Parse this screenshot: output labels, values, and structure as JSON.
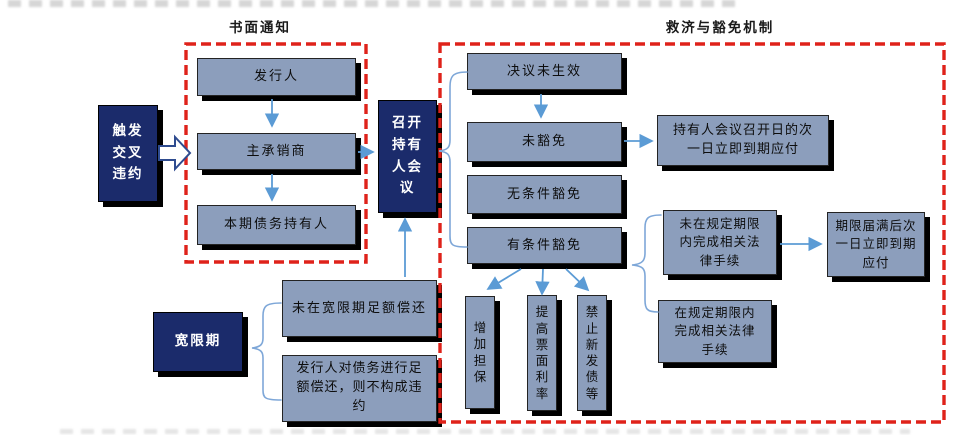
{
  "titles": {
    "written_notice": "书面通知",
    "remedy_waiver": "救济与豁免机制"
  },
  "nodes": {
    "trigger": "触发\n交叉\n违约",
    "issuer": "发行人",
    "lead_underwriter": "主承销商",
    "current_debt_holders": "本期债务持有人",
    "holders_meeting": "召开\n持有\n人会\n议",
    "resolution_not_effective": "决议未生效",
    "not_waived": "未豁免",
    "unconditional_waiver": "无条件豁免",
    "conditional_waiver": "有条件豁免",
    "due_day_after_meeting": "持有人会议召开日的次\n一日立即到期应付",
    "procedures_not_completed": "未在规定期限\n内完成相关法\n律手续",
    "procedures_completed": "在规定期限内\n完成相关法律\n手续",
    "due_day_after_deadline": "期限届满后次\n一日立即到期\n应付",
    "add_collateral": "增\n加\n担\n保",
    "raise_coupon_rate": "提\n高\n票\n面\n利\n率",
    "ban_new_bond_issuance": "禁\n止\n新\n发\n债\n等",
    "grace_period": "宽限期",
    "not_fully_repaid_in_grace": "未在宽限期足额偿还",
    "fully_repaid_no_default": "发行人对债务进行足\n额偿还，则不构成违\n约"
  },
  "colors": {
    "navy_fill": "#1b2b6b",
    "light_fill": "#8c9ebc",
    "shadow": "#000000",
    "arrow_blue": "#5b9bd5",
    "brace_blue": "#7ea7d8",
    "dashed_red": "#df221a"
  }
}
